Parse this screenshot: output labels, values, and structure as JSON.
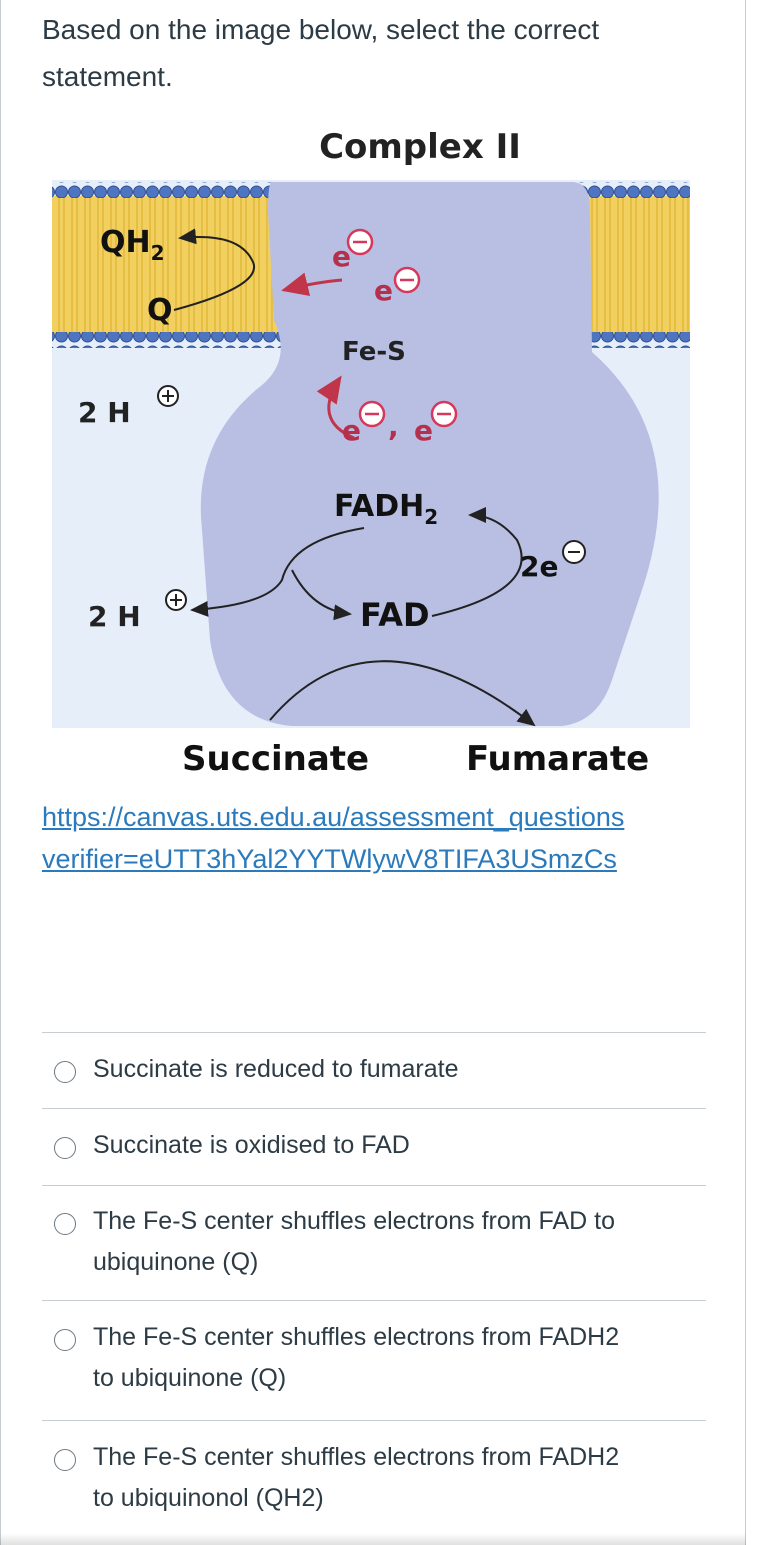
{
  "question": {
    "text": "Based on the image below, select the correct statement."
  },
  "figure": {
    "title": "Complex II",
    "labels": {
      "qh2": "QH",
      "qh2_sub": "2",
      "q": "Q",
      "h_top": "2 H",
      "h_mid": "2 H",
      "fes": "Fe-S",
      "fadh2": "FADH",
      "fadh2_sub": "2",
      "fad": "FAD",
      "two_e": "2e",
      "electron": "e",
      "succinate": "Succinate",
      "fumarate": "Fumarate"
    },
    "colors": {
      "protein": "#b9bfe3",
      "membrane": "#f2d060",
      "lipid_head": "#4f74c0",
      "background": "#e6eefa",
      "electron_red": "#d6375b",
      "arrow_red": "#c0354a"
    }
  },
  "link": {
    "line1": "https://canvas.uts.edu.au/assessment_questions",
    "line2": "verifier=eUTT3hYal2YYTWlywV8TIFA3USmzCs"
  },
  "answers": [
    {
      "line1": "Succinate is reduced to fumarate",
      "line2": ""
    },
    {
      "line1": "Succinate is oxidised to FAD",
      "line2": ""
    },
    {
      "line1": "The Fe-S center shuffles electrons from FAD to",
      "line2": "ubiquinone (Q)"
    },
    {
      "line1": "The Fe-S center shuffles electrons from FADH2",
      "line2": "to ubiquinone (Q)"
    },
    {
      "line1": "The Fe-S center shuffles electrons from FADH2",
      "line2": "to ubiquinonol (QH2)"
    }
  ]
}
